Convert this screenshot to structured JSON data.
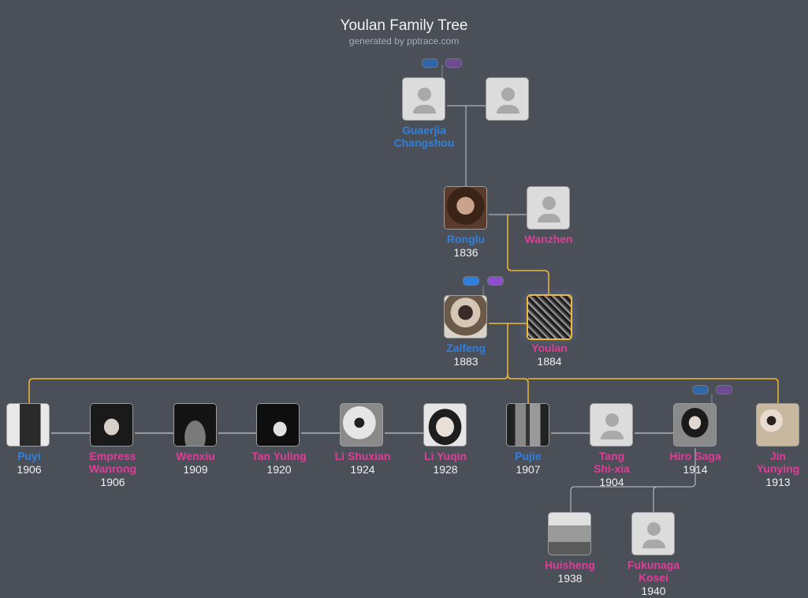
{
  "header": {
    "title": "Youlan Family Tree",
    "subtitle": "generated by pptrace.com"
  },
  "colors": {
    "background": "#4a4f58",
    "male": "#2f80e0",
    "female": "#e03d98",
    "lineage_line": "#f0b93a",
    "relation_line": "#c8c8c8"
  },
  "people": {
    "guaerjia": {
      "name": "Guaerjia Changshou",
      "name_l1": "Guaerjia",
      "name_l2": "Changshou",
      "year": "",
      "gender": "m",
      "photo": false
    },
    "guaerjia_spouse": {
      "name": "",
      "year": "",
      "gender": "f",
      "photo": false
    },
    "ronglu": {
      "name": "Ronglu",
      "year": "1836",
      "gender": "m",
      "photo": true
    },
    "wanzhen": {
      "name": "Wanzhen",
      "year": "",
      "gender": "f",
      "photo": false
    },
    "zaifeng": {
      "name": "Zaifeng",
      "year": "1883",
      "gender": "m",
      "photo": true
    },
    "youlan": {
      "name": "Youlan",
      "year": "1884",
      "gender": "f",
      "photo": true,
      "focus": true
    },
    "puyi": {
      "name": "Puyi",
      "year": "1906",
      "gender": "m",
      "photo": true
    },
    "wanrong": {
      "name": "Empress Wanrong",
      "name_l1": "Empress",
      "name_l2": "Wanrong",
      "year": "1906",
      "gender": "f",
      "photo": true
    },
    "wenxiu": {
      "name": "Wenxiu",
      "year": "1909",
      "gender": "f",
      "photo": true
    },
    "tan_yuling": {
      "name": "Tan Yuling",
      "year": "1920",
      "gender": "f",
      "photo": true
    },
    "li_shuxian": {
      "name": "Li Shuxian",
      "year": "1924",
      "gender": "f",
      "photo": true
    },
    "li_yuqin": {
      "name": "Li Yuqin",
      "year": "1928",
      "gender": "f",
      "photo": true
    },
    "pujie": {
      "name": "Pujie",
      "year": "1907",
      "gender": "m",
      "photo": true
    },
    "tang_shixia": {
      "name": "Tang Shi-xia",
      "name_l1": "Tang",
      "name_l2": "Shi-xia",
      "year": "1904",
      "gender": "f",
      "photo": false
    },
    "hiro_saga": {
      "name": "Hiro Saga",
      "year": "1914",
      "gender": "f",
      "photo": true
    },
    "jin_yunying": {
      "name": "Jin Yunying",
      "name_l1": "Jin",
      "name_l2": "Yunying",
      "year": "1913",
      "gender": "f",
      "photo": true
    },
    "huisheng": {
      "name": "Huisheng",
      "year": "1938",
      "gender": "f",
      "photo": true
    },
    "fukunaga": {
      "name": "Fukunaga Kosei",
      "name_l1": "Fukunaga",
      "name_l2": "Kosei",
      "year": "1940",
      "gender": "f",
      "photo": false
    }
  },
  "icons": {
    "placeholder": "person-silhouette-icon",
    "parent_toggle": "parent-pills-icon"
  }
}
